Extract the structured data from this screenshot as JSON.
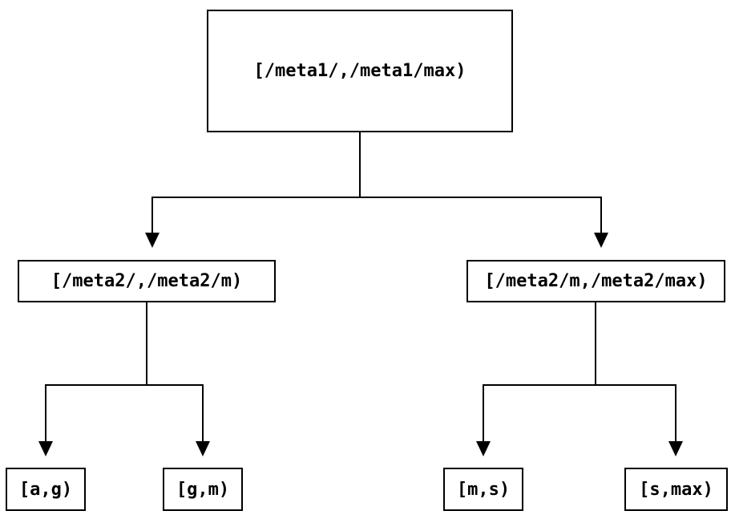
{
  "page": {
    "background_color": "#ffffff",
    "line_color": "#000000",
    "text_color": "#000000"
  },
  "diagram": {
    "type": "tree",
    "root": {
      "label": "[/meta1/,/meta1/max)"
    },
    "level1": [
      {
        "label": "[/meta2/,/meta2/m)"
      },
      {
        "label": "[/meta2/m,/meta2/max)"
      }
    ],
    "leaves": [
      {
        "label": "[a,g)"
      },
      {
        "label": "[g,m)"
      },
      {
        "label": "[m,s)"
      },
      {
        "label": "[s,max)"
      }
    ],
    "edges": [
      {
        "from": "root",
        "to": "level1.0"
      },
      {
        "from": "root",
        "to": "level1.1"
      },
      {
        "from": "level1.0",
        "to": "leaves.0"
      },
      {
        "from": "level1.0",
        "to": "leaves.1"
      },
      {
        "from": "level1.1",
        "to": "leaves.2"
      },
      {
        "from": "level1.1",
        "to": "leaves.3"
      }
    ]
  }
}
